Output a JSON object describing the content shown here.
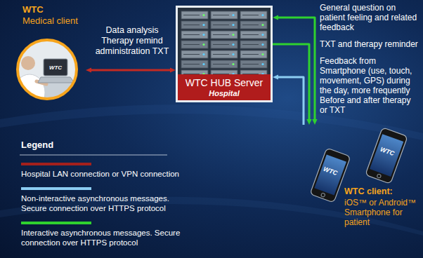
{
  "diagram": {
    "nodes": [
      {
        "text": [
          "WTC",
          "Medical client"
        ]
      },
      {
        "text": [
          "WTC HUB Server",
          "Hospital"
        ]
      },
      {
        "text": [
          "WTC client:",
          "iOS™ or Android™ Smartphone for patient"
        ]
      }
    ],
    "edges": [
      {
        "from": 0,
        "to": 1,
        "arrow": "both",
        "label": "Data analysis Therapy remind administration TXT"
      },
      {
        "from": 1,
        "to": 2,
        "arrow": "both",
        "label": "General question on patient feeling and related feedback"
      },
      {
        "from": 1,
        "to": 2,
        "arrow": "to",
        "label": "TXT and therapy reminder"
      },
      {
        "from": 2,
        "to": 1,
        "arrow": "to",
        "label": "Feedback from Smartphone (use, touch, movement, GPS) during the day, more frequently Before and after therapy or TXT"
      }
    ],
    "labels": [
      "WTC",
      "WTC",
      "WTC",
      "Legend"
    ],
    "legend": [
      {
        "text": "Hospital LAN connection or VPN connection",
        "color": "#a3201c"
      },
      {
        "text": "Non-interactive asynchronous messages. Secure connection over HTTPS protocol",
        "color": "#8ccdf2"
      },
      {
        "text": "Interactive asynchronous messages. Secure connection over HTTPS protocol",
        "color": "#2fd12f"
      }
    ]
  }
}
